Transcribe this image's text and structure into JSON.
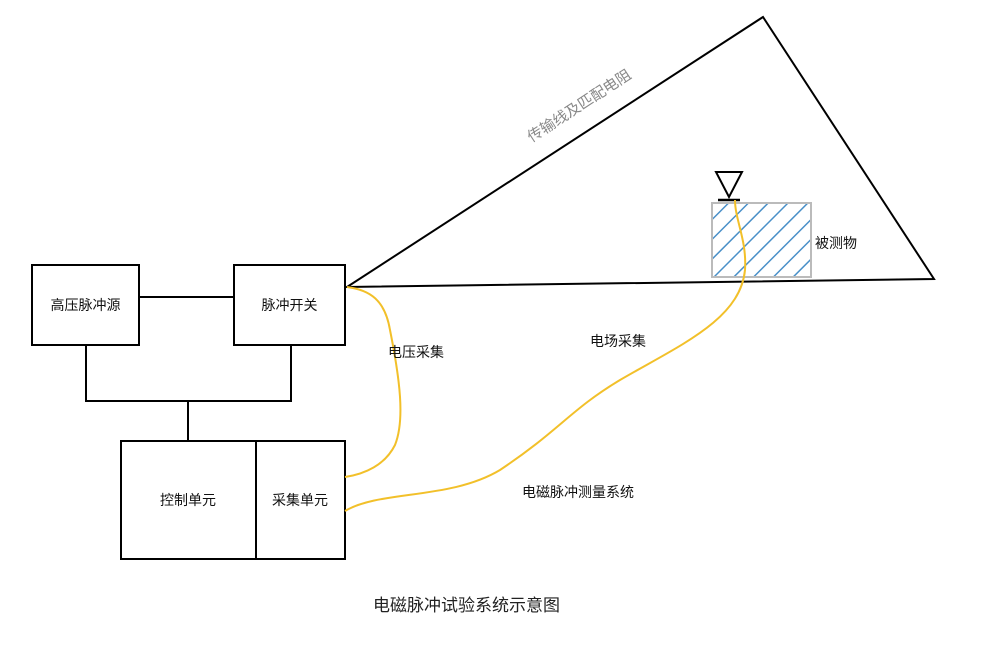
{
  "blocks": {
    "hv_source": "高压脉冲源",
    "pulse_switch": "脉冲开关",
    "control_unit": "控制单元",
    "acquisition_unit": "采集单元"
  },
  "labels": {
    "transmission_line": "传输线及匹配电阻",
    "test_object": "被测物",
    "voltage_acquisition": "电压采集",
    "field_acquisition": "电场采集",
    "emp_measurement": "电磁脉冲测量系统"
  },
  "caption": "电磁脉冲试验系统示意图",
  "colors": {
    "cable": "#f2c02a",
    "hatch": "#4a90c8",
    "line": "#000000"
  }
}
